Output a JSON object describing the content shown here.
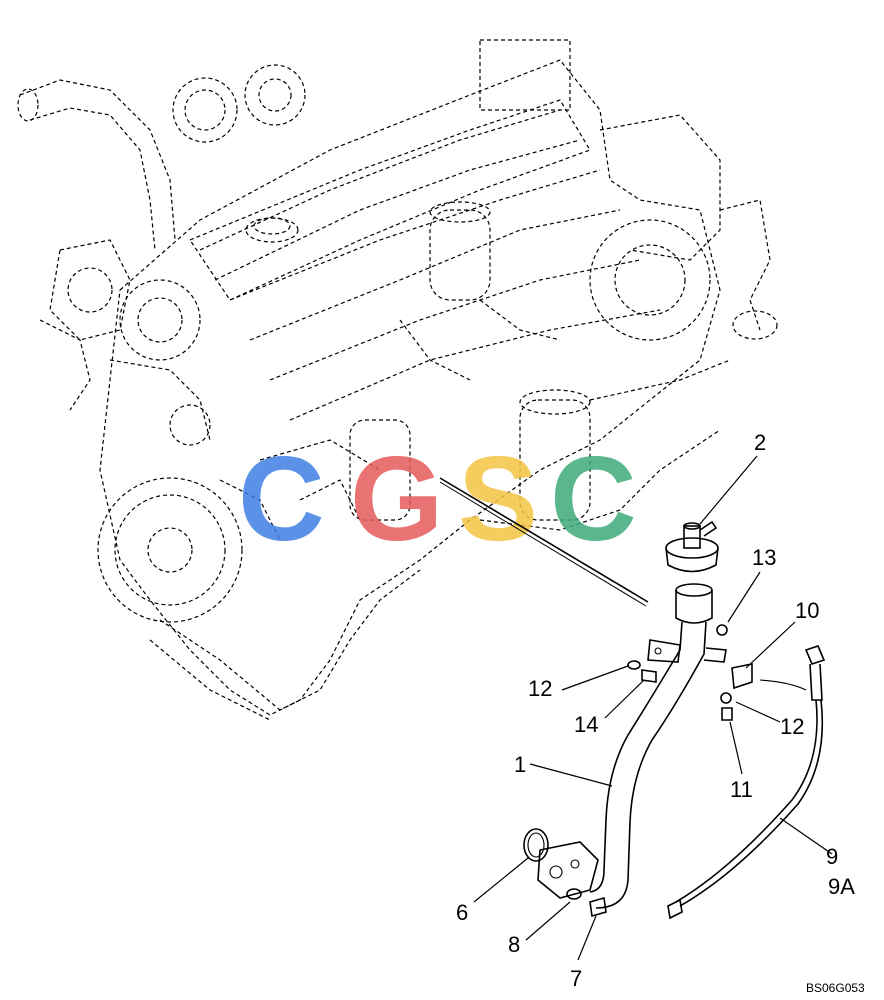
{
  "drawing_code": "BS06G053",
  "watermark": {
    "letters": [
      "C",
      "G",
      "S",
      "C"
    ],
    "colors": [
      "#3f7ee3",
      "#e65b5b",
      "#f4c542",
      "#3daa7a"
    ]
  },
  "callouts": [
    {
      "id": "c2",
      "label": "2"
    },
    {
      "id": "c13",
      "label": "13"
    },
    {
      "id": "c10",
      "label": "10"
    },
    {
      "id": "c12a",
      "label": "12"
    },
    {
      "id": "c14",
      "label": "14"
    },
    {
      "id": "c12b",
      "label": "12"
    },
    {
      "id": "c11",
      "label": "11"
    },
    {
      "id": "c1",
      "label": "1"
    },
    {
      "id": "c9",
      "label": "9"
    },
    {
      "id": "c9a",
      "label": "9A"
    },
    {
      "id": "c6",
      "label": "6"
    },
    {
      "id": "c8",
      "label": "8"
    },
    {
      "id": "c7",
      "label": "7"
    }
  ]
}
